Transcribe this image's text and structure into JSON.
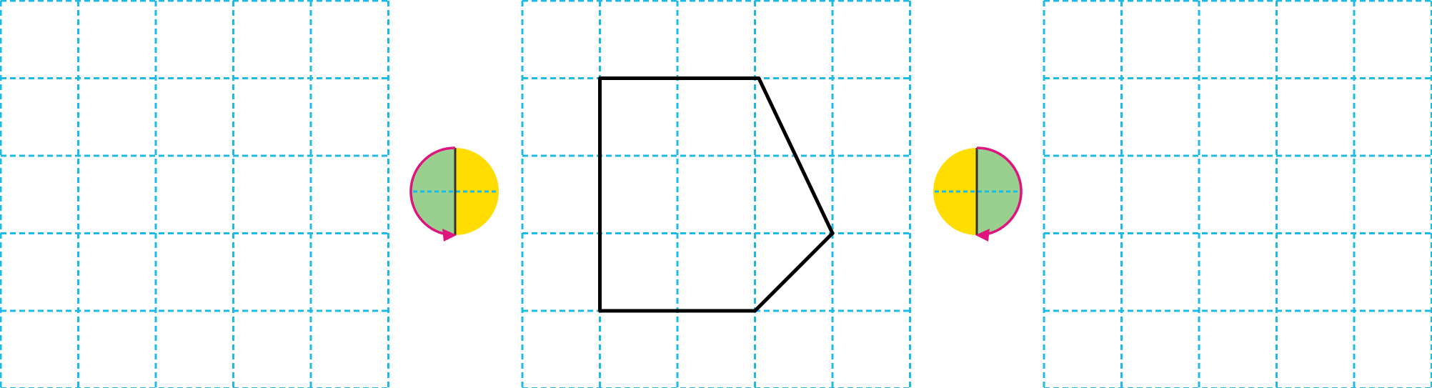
{
  "colors": {
    "grid": "#1cbbe6",
    "shape_stroke": "#000000",
    "flip_left_half": "#99cf8f",
    "flip_right_half": "#ffdd00",
    "flip_arrow": "#e0147f",
    "flip_axis": "#333333",
    "background": "#ffffff"
  },
  "grids": [
    {
      "id": "left-grid",
      "columns": 5,
      "rows": 5
    },
    {
      "id": "middle-grid",
      "columns": 5,
      "rows": 5
    },
    {
      "id": "right-grid",
      "columns": 5,
      "rows": 5
    }
  ],
  "shape": {
    "grid": "middle-grid",
    "vertices_grid_units": [
      [
        1,
        1
      ],
      [
        3.05,
        1
      ],
      [
        4,
        3
      ],
      [
        3,
        4
      ],
      [
        1,
        4
      ]
    ]
  },
  "flip_icons": [
    {
      "id": "flip-icon-left",
      "shaded_side": "left",
      "arrow_side": "left",
      "icon": "horizontal-flip-icon"
    },
    {
      "id": "flip-icon-right",
      "shaded_side": "right",
      "arrow_side": "right",
      "icon": "horizontal-flip-icon"
    }
  ]
}
